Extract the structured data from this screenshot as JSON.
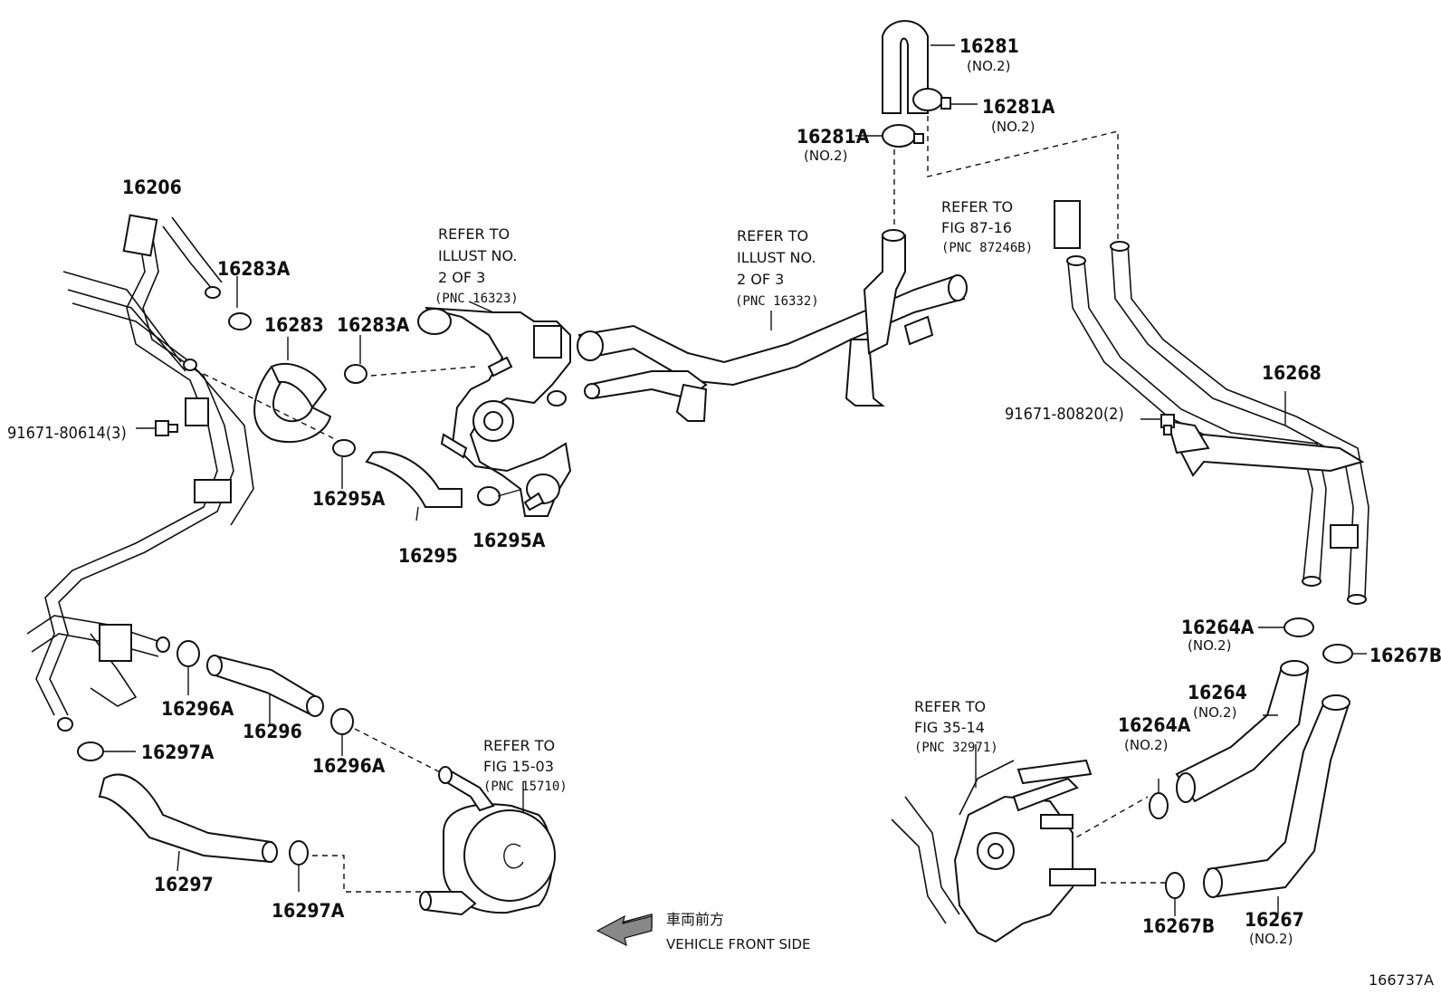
{
  "diagram": {
    "figure_id": "166737A",
    "direction": {
      "jp": "車両前方",
      "en": "VEHICLE FRONT SIDE"
    },
    "parts": {
      "p16206": "16206",
      "p16283A_1": "16283A",
      "p16283": "16283",
      "p16283A_2": "16283A",
      "p91671_80614": "91671-80614(3)",
      "p16295A_1": "16295A",
      "p16295": "16295",
      "p16295A_2": "16295A",
      "p16296A_1": "16296A",
      "p16296": "16296",
      "p16296A_2": "16296A",
      "p16297A_1": "16297A",
      "p16297": "16297",
      "p16297A_2": "16297A",
      "p16281": "16281",
      "p16281A_1": "16281A",
      "p16281A_2": "16281A",
      "p16268": "16268",
      "p91671_80820": "91671-80820(2)",
      "p16264A_1": "16264A",
      "p16267B_1": "16267B",
      "p16264": "16264",
      "p16264A_2": "16264A",
      "p16267B_2": "16267B",
      "p16267": "16267"
    },
    "qualifiers": {
      "q16281": "(NO.2)",
      "q16281A_1": "(NO.2)",
      "q16281A_2": "(NO.2)",
      "q16264A_1": "(NO.2)",
      "q16264": "(NO.2)",
      "q16264A_2": "(NO.2)",
      "q16267": "(NO.2)"
    },
    "references": {
      "r1": {
        "l1": "REFER TO",
        "l2": "ILLUST NO.",
        "l3": "2 OF 3",
        "l4": "(PNC 16323)"
      },
      "r2": {
        "l1": "REFER TO",
        "l2": "ILLUST NO.",
        "l3": "2 OF 3",
        "l4": "(PNC 16332)"
      },
      "r3": {
        "l1": "REFER TO",
        "l2": "FIG 87-16",
        "l3": "(PNC 87246B)"
      },
      "r4": {
        "l1": "REFER TO",
        "l2": "FIG 15-03",
        "l3": "(PNC 15710)"
      },
      "r5": {
        "l1": "REFER TO",
        "l2": "FIG 35-14",
        "l3": "(PNC 32971)"
      }
    }
  }
}
